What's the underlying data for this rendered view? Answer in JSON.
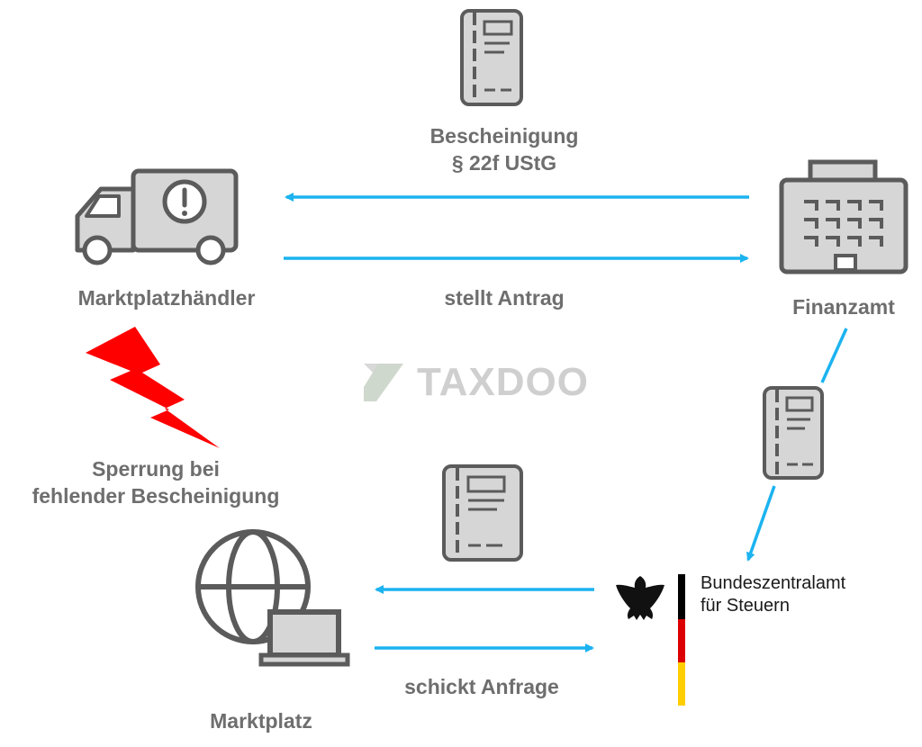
{
  "nodes": {
    "haendler": "Marktplatzhändler",
    "finanzamt": "Finanzamt",
    "marktplatz": "Marktplatz",
    "bzst_line1": "Bundeszentralamt",
    "bzst_line2": "für Steuern"
  },
  "edges": {
    "bescheinigung_line1": "Bescheinigung",
    "bescheinigung_line2": "§ 22f UStG",
    "antrag": "stellt Antrag",
    "anfrage": "schickt Anfrage"
  },
  "warning": {
    "line1": "Sperrung bei",
    "line2": "fehlender Bescheinigung"
  },
  "watermark": "TAXDOO",
  "colors": {
    "arrow": "#1cb3f0",
    "icon_fill": "#d6d6d6",
    "icon_stroke": "#5b5b5b",
    "label": "#6e6e6e",
    "lightning": "#ff0000"
  }
}
